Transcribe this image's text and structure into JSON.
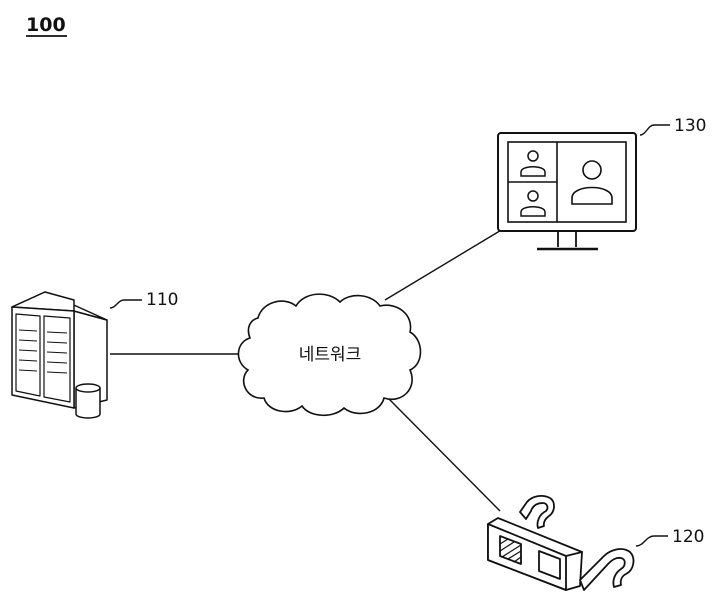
{
  "figure": {
    "ref": "100"
  },
  "nodes": {
    "server": {
      "label": "110",
      "icon": "server-with-database-icon"
    },
    "glasses": {
      "label": "120",
      "icon": "3d-glasses-icon"
    },
    "monitor": {
      "label": "130",
      "icon": "video-conference-monitor-icon"
    },
    "network": {
      "label": "네트워크",
      "icon": "cloud-icon"
    }
  },
  "connections": [
    {
      "from": "server",
      "to": "network"
    },
    {
      "from": "network",
      "to": "monitor"
    },
    {
      "from": "network",
      "to": "glasses"
    }
  ],
  "colors": {
    "stroke": "#111111",
    "background": "#ffffff"
  }
}
